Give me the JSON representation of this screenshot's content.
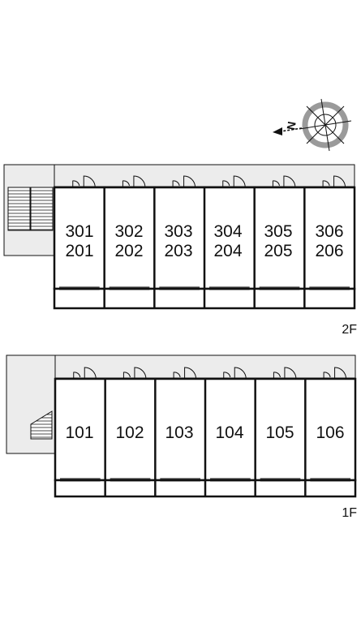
{
  "compass": {
    "north_label": "N"
  },
  "floors": [
    {
      "id": "upper",
      "label": "2F",
      "rooms": [
        {
          "top": "301",
          "bottom": "201"
        },
        {
          "top": "302",
          "bottom": "202"
        },
        {
          "top": "303",
          "bottom": "203"
        },
        {
          "top": "304",
          "bottom": "204"
        },
        {
          "top": "305",
          "bottom": "205"
        },
        {
          "top": "306",
          "bottom": "206"
        }
      ]
    },
    {
      "id": "ground",
      "label": "1F",
      "rooms": [
        {
          "top": "101"
        },
        {
          "top": "102"
        },
        {
          "top": "103"
        },
        {
          "top": "104"
        },
        {
          "top": "105"
        },
        {
          "top": "106"
        }
      ]
    }
  ],
  "colors": {
    "corridor": "#ececec",
    "line": "#111111",
    "compass_ring": "#9a9a9a"
  }
}
